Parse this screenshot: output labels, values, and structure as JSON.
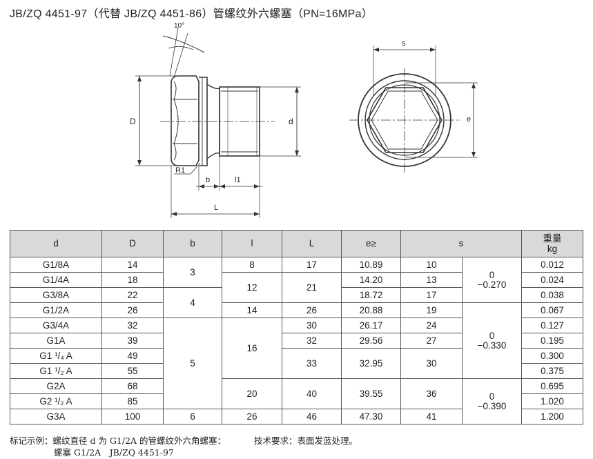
{
  "title": "JB/ZQ 4451-97（代替 JB/ZQ 4451-86）管螺纹外六螺塞（PN=16MPa）",
  "drawing": {
    "angle_label": "10°",
    "label_D": "D",
    "label_d": "d",
    "label_R1": "R1",
    "label_b": "b",
    "label_l1": "l1",
    "label_L": "L",
    "label_s": "s",
    "label_e": "e"
  },
  "table": {
    "headers": {
      "d": "d",
      "D": "D",
      "b": "b",
      "l": "l",
      "L": "L",
      "e": "e≥",
      "s": "s",
      "weight_line1": "重量",
      "weight_line2": "kg"
    },
    "rows": [
      {
        "d": "G1/8A",
        "D": "14",
        "b": "3",
        "l": "8",
        "L": "17",
        "e": "10.89",
        "s": "10",
        "tol_upper": "0",
        "tol_lower": "−0.270",
        "weight": "0.012"
      },
      {
        "d": "G1/4A",
        "D": "18",
        "l": "12",
        "L": "21",
        "e": "14.20",
        "s": "13",
        "weight": "0.024"
      },
      {
        "d": "G3/8A",
        "D": "22",
        "b": "4",
        "e": "18.72",
        "s": "17",
        "weight": "0.038"
      },
      {
        "d": "G1/2A",
        "D": "26",
        "l": "14",
        "L": "26",
        "e": "20.88",
        "s": "19",
        "tol_upper": "0",
        "tol_lower": "−0.330",
        "weight": "0.067"
      },
      {
        "d": "G3/4A",
        "D": "32",
        "b": "5",
        "l": "16",
        "L": "30",
        "e": "26.17",
        "s": "24",
        "weight": "0.127"
      },
      {
        "d": "G1A",
        "D": "39",
        "L": "32",
        "e": "29.56",
        "s": "27",
        "weight": "0.195"
      },
      {
        "d": "G1 ¹/₄ A",
        "D": "49",
        "L": "33",
        "e": "32.95",
        "s": "30",
        "weight": "0.300"
      },
      {
        "d": "G1 ¹/₂ A",
        "D": "55",
        "weight": "0.375"
      },
      {
        "d": "G2A",
        "D": "68",
        "l": "20",
        "L": "40",
        "e": "39.55",
        "s": "36",
        "tol_upper": "0",
        "tol_lower": "−0.390",
        "weight": "0.695"
      },
      {
        "d": "G2 ¹/₂ A",
        "D": "85",
        "weight": "1.020"
      },
      {
        "d": "G3A",
        "D": "100",
        "b": "6",
        "l": "26",
        "L": "46",
        "e": "47.30",
        "s": "41",
        "weight": "1.200"
      }
    ]
  },
  "footer": {
    "example_label": "标记示例：螺纹直径 d 为 G1/2A 的管螺纹外六角螺塞：",
    "example_value": "螺塞 G1/2A　JB/ZQ 4451-97",
    "tech_req": "技术要求：表面发蓝处理。"
  }
}
